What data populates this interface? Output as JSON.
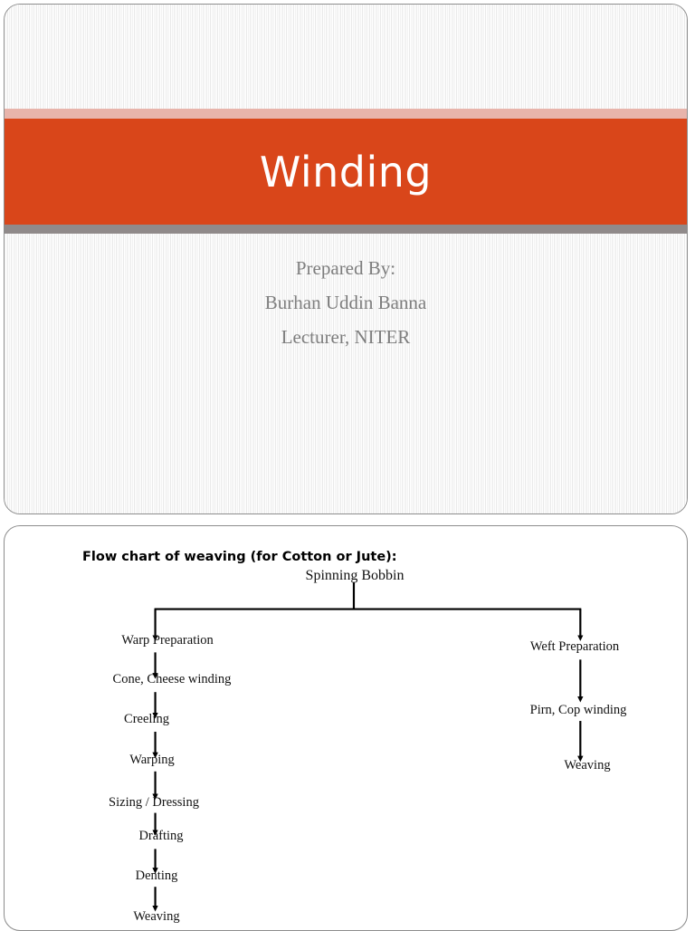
{
  "document": {
    "slides": [
      {
        "id": "title-slide",
        "title": "Winding",
        "subtitle_lines": [
          "Prepared By:",
          "Burhan Uddin Banna",
          "Lecturer, NITER"
        ],
        "colors": {
          "accent_band": "#d9461a",
          "top_accent_band": "#e8b4ab",
          "bottom_accent_band": "#908a8a",
          "title_text": "#ffffff",
          "subtitle_text": "#7e7e7e"
        }
      },
      {
        "id": "flowchart-slide",
        "heading": "Flow chart of weaving (for Cotton or Jute):",
        "root": "Spinning Bobbin",
        "branches": [
          {
            "name": "warp-branch",
            "steps": [
              "Warp Preparation",
              "Cone, Cheese winding",
              "Creeling",
              "Warping",
              "Sizing / Dressing",
              "Drafting",
              "Denting",
              "Weaving"
            ]
          },
          {
            "name": "weft-branch",
            "steps": [
              "Weft Preparation",
              "Pirn, Cop winding",
              "Weaving"
            ]
          }
        ]
      }
    ]
  },
  "chart_data": {
    "type": "diagram",
    "title": "Flow chart of weaving (for Cotton or Jute):",
    "root": "Spinning Bobbin",
    "nodes": [
      "Spinning Bobbin",
      "Warp Preparation",
      "Cone, Cheese winding",
      "Creeling",
      "Warping",
      "Sizing / Dressing",
      "Drafting",
      "Denting",
      "Weaving",
      "Weft Preparation",
      "Pirn, Cop winding",
      "Weaving"
    ],
    "edges": [
      [
        "Spinning Bobbin",
        "Warp Preparation"
      ],
      [
        "Spinning Bobbin",
        "Weft Preparation"
      ],
      [
        "Warp Preparation",
        "Cone, Cheese winding"
      ],
      [
        "Cone, Cheese winding",
        "Creeling"
      ],
      [
        "Creeling",
        "Warping"
      ],
      [
        "Warping",
        "Sizing / Dressing"
      ],
      [
        "Sizing / Dressing",
        "Drafting"
      ],
      [
        "Drafting",
        "Denting"
      ],
      [
        "Denting",
        "Weaving"
      ],
      [
        "Weft Preparation",
        "Pirn, Cop winding"
      ],
      [
        "Pirn, Cop winding",
        "Weaving"
      ]
    ]
  }
}
